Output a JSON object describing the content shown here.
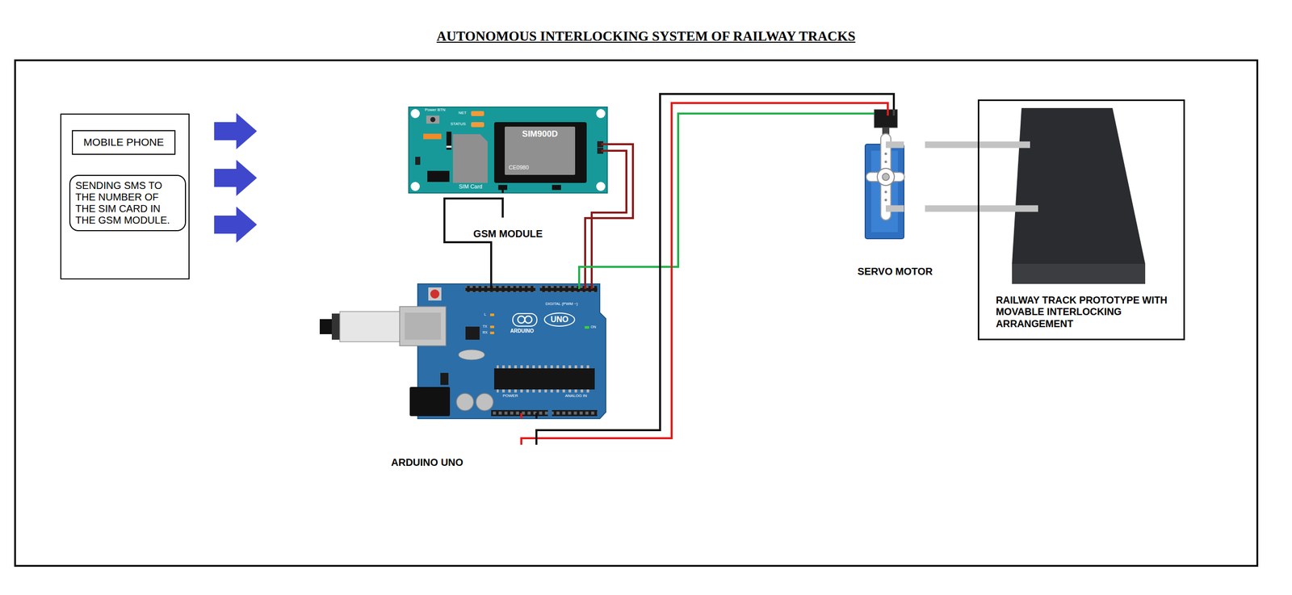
{
  "diagram": {
    "title": "AUTONOMOUS INTERLOCKING SYSTEM OF RAILWAY TRACKS",
    "nodes": [
      {
        "text": []
      },
      {
        "text": [
          "MOBILE PHONE"
        ],
        "in": 0
      },
      {
        "text": [
          "SENDING SMS TO THE NUMBER OF THE SIM CARD IN THE GSM MODULE."
        ],
        "in": 0
      },
      {
        "text": [
          "GSM MODULE"
        ]
      },
      {
        "text": [
          "ARDUINO UNO"
        ]
      },
      {
        "text": [
          "SERVO MOTOR"
        ]
      },
      {
        "text": [
          "RAILWAY TRACK PROTOTYPE WITH MOVABLE INTERLOCKING ARRANGEMENT"
        ]
      }
    ],
    "edges": [
      {
        "from": 3,
        "to": 4,
        "arrow": "none"
      },
      {
        "from": 3,
        "to": 4,
        "arrow": "none"
      },
      {
        "from": 3,
        "to": 4,
        "arrow": "none"
      },
      {
        "from": 4,
        "to": 5,
        "arrow": "none"
      },
      {
        "from": 4,
        "to": 5,
        "arrow": "none"
      },
      {
        "from": 4,
        "to": 5,
        "arrow": "none"
      },
      {
        "from": 5,
        "to": 6,
        "arrow": "none"
      },
      {
        "from": 5,
        "to": 6,
        "arrow": "none"
      }
    ],
    "labels": [
      "Power BTN",
      "NET",
      "STATUS",
      "SIM900D",
      "CE0980",
      "SIM Card",
      "L",
      "TX",
      "RX",
      "DIGITAL (PWM ~)",
      "UNO",
      "ON",
      "ARDUINO",
      "POWER",
      "ANALOG IN"
    ]
  }
}
